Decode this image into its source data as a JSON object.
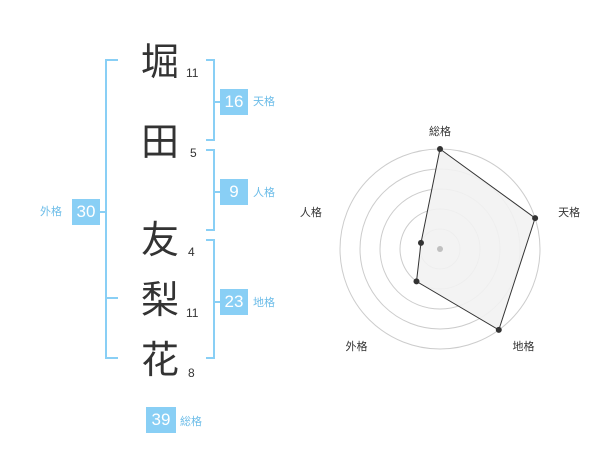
{
  "characters": [
    {
      "char": "堀",
      "strokes": "11"
    },
    {
      "char": "田",
      "strokes": "5"
    },
    {
      "char": "友",
      "strokes": "4"
    },
    {
      "char": "梨",
      "strokes": "11"
    },
    {
      "char": "花",
      "strokes": "8"
    }
  ],
  "fortunes": {
    "tenkaku": {
      "value": "16",
      "label": "天格"
    },
    "jinkaku": {
      "value": "9",
      "label": "人格"
    },
    "chikaku": {
      "value": "23",
      "label": "地格"
    },
    "gaikaku": {
      "value": "30",
      "label": "外格"
    },
    "soukaku": {
      "value": "39",
      "label": "総格"
    }
  },
  "radar": {
    "axes": [
      "総格",
      "天格",
      "地格",
      "外格",
      "人格"
    ],
    "levels": 5,
    "scores": [
      5,
      5,
      5,
      2,
      1
    ],
    "colors": {
      "grid": "#cccccc",
      "fill": "#f2f2f2",
      "line": "#333333",
      "center": "#c0c0c0"
    }
  },
  "colors": {
    "accent": "#89cff5",
    "accent_text": "#6bbce8",
    "bracket": "#89cff5"
  }
}
